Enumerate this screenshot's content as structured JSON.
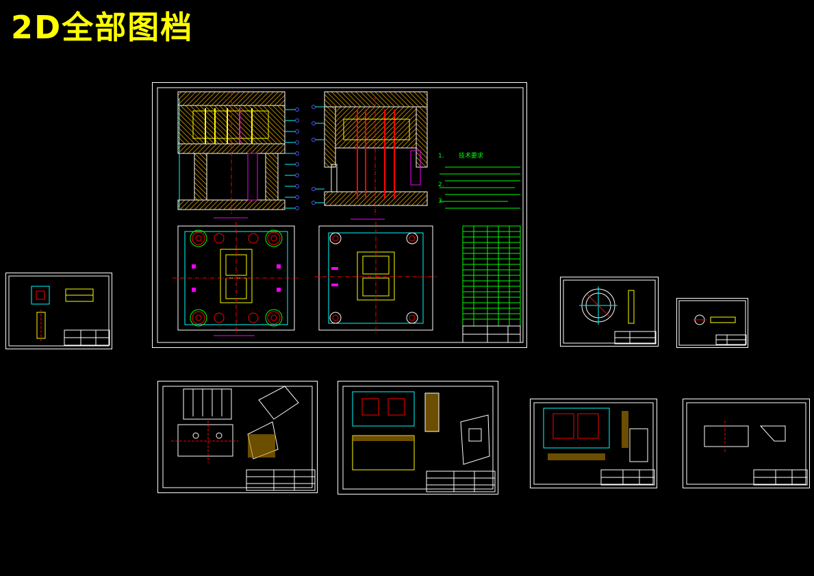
{
  "title": "2D全部图档",
  "main_sheet": {
    "tech_req_title": "技术要求",
    "tech_req_lines": [
      "1.",
      "2.",
      "3."
    ]
  },
  "colors": {
    "background": "#000000",
    "title": "#ffff00",
    "frame": "#ffffff",
    "hatch": "#b48200",
    "center": "#ff0000",
    "cyan": "#00ffff",
    "green": "#00ff00",
    "magenta": "#ff00ff",
    "blue": "#5555ff"
  }
}
